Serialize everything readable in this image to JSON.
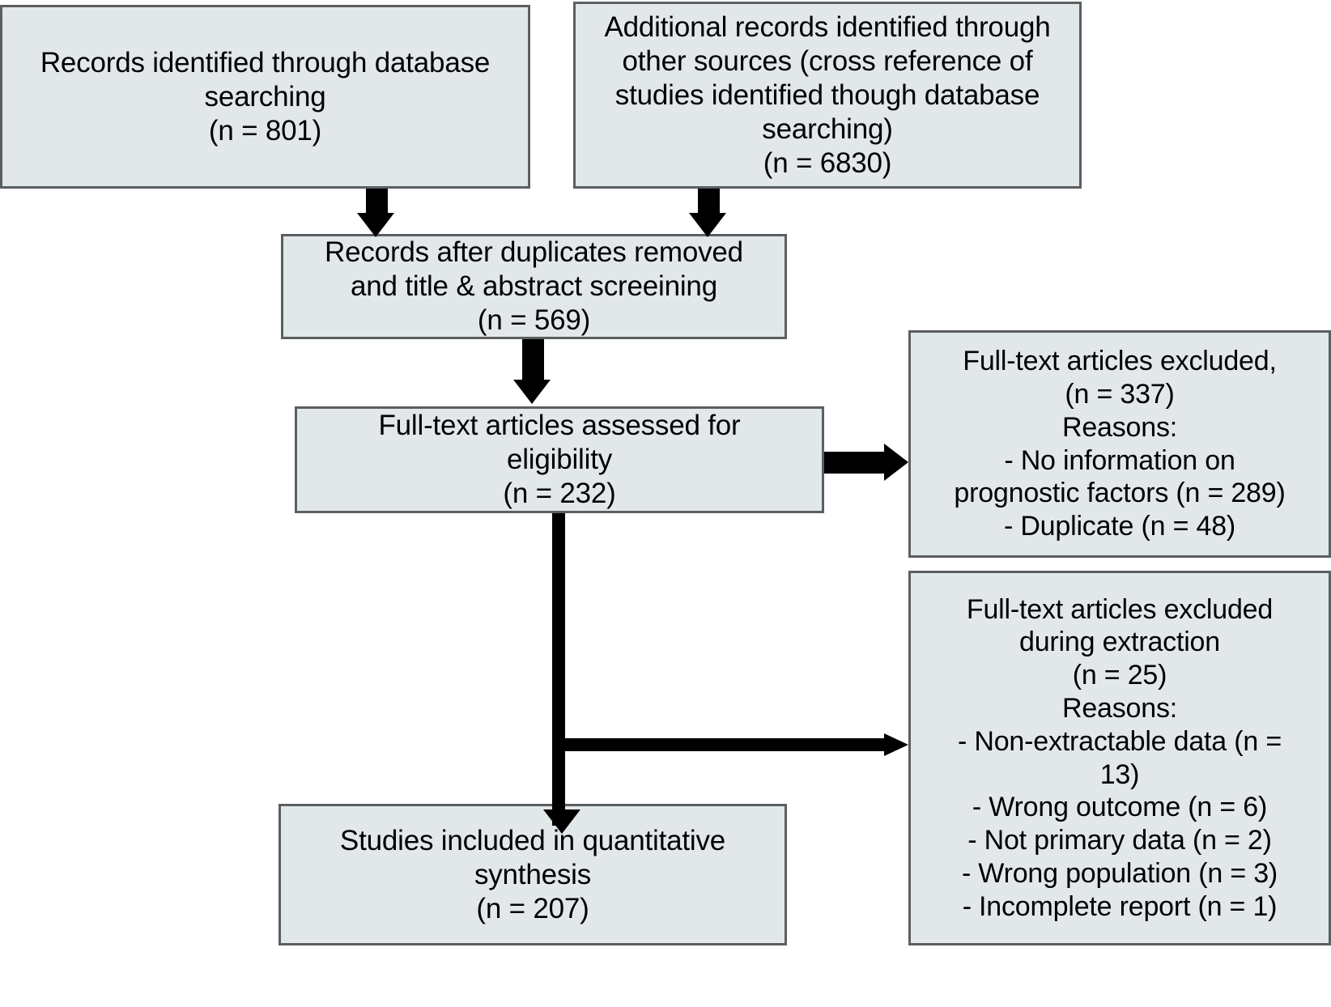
{
  "diagram": {
    "title": "PRISMA study selection flow diagram",
    "colors": {
      "box_fill": "#e2e7ea",
      "box_border": "#5b5f61",
      "connector": "#000000",
      "text": "#000000",
      "page_background": "#ffffff"
    },
    "boxes": {
      "db_search": {
        "id": "records-identified-database-searching",
        "text": "Records identified through database\nsearching\n(n = 801)",
        "label": "Records identified through database searching",
        "count": 801
      },
      "other_sources": {
        "id": "additional-records-other-sources",
        "text": "Additional records identified through\nother sources (cross reference of\nstudies identified though database\nsearching)\n(n = 6830)",
        "label": "Additional records identified through other sources (cross reference of studies identified though database searching)",
        "count": 6830
      },
      "after_duplicates": {
        "id": "records-after-duplicates-removed",
        "text": "Records after duplicates removed\nand title & abstract screeining\n(n = 569)",
        "label": "Records after duplicates removed and title & abstract screeining",
        "count": 569
      },
      "fulltext_eligibility": {
        "id": "fulltext-articles-assessed-eligibility",
        "text": "Full-text articles assessed for\neligibility\n(n =  232)",
        "label": "Full-text articles assessed for eligibility",
        "count": 232
      },
      "excluded_screening": {
        "id": "fulltext-articles-excluded",
        "text": "Full-text articles excluded,\n(n = 337)\nReasons:\n- No information on\nprognostic factors (n = 289)\n- Duplicate (n = 48)",
        "label": "Full-text articles excluded,",
        "count": 337,
        "reasons_header": "Reasons:",
        "reasons": [
          {
            "label": "- No information on prognostic factors",
            "count": 289
          },
          {
            "label": "- Duplicate",
            "count": 48
          }
        ]
      },
      "excluded_extraction": {
        "id": "fulltext-articles-excluded-during-extraction",
        "text": "Full-text articles excluded\nduring extraction\n(n = 25)\nReasons:\n- Non-extractable data (n =\n13)\n- Wrong outcome (n = 6)\n- Not primary data (n = 2)\n- Wrong population (n = 3)\n- Incomplete report (n = 1)",
        "label": "Full-text articles excluded during extraction",
        "count": 25,
        "reasons_header": "Reasons:",
        "reasons": [
          {
            "label": "- Non-extractable data",
            "count": 13
          },
          {
            "label": "- Wrong outcome",
            "count": 6
          },
          {
            "label": "- Not primary data",
            "count": 2
          },
          {
            "label": "- Wrong population",
            "count": 3
          },
          {
            "label": "- Incomplete report",
            "count": 1
          }
        ]
      },
      "included": {
        "id": "studies-included-quantitative-synthesis",
        "text": "Studies included in quantitative\nsynthesis\n(n =  207)",
        "label": "Studies included in quantitative synthesis",
        "count": 207
      }
    },
    "connectors": [
      {
        "id": "db-search-to-after-duplicates",
        "from": "db_search",
        "to": "after_duplicates",
        "direction": "down"
      },
      {
        "id": "other-sources-to-after-duplicates",
        "from": "other_sources",
        "to": "after_duplicates",
        "direction": "down"
      },
      {
        "id": "after-duplicates-to-eligibility",
        "from": "after_duplicates",
        "to": "fulltext_eligibility",
        "direction": "down"
      },
      {
        "id": "eligibility-to-excluded-screening",
        "from": "fulltext_eligibility",
        "to": "excluded_screening",
        "direction": "right"
      },
      {
        "id": "eligibility-to-included",
        "from": "fulltext_eligibility",
        "to": "included",
        "direction": "down"
      },
      {
        "id": "eligibility-to-excluded-extraction",
        "from": "fulltext_eligibility",
        "to": "excluded_extraction",
        "direction": "right"
      }
    ]
  }
}
